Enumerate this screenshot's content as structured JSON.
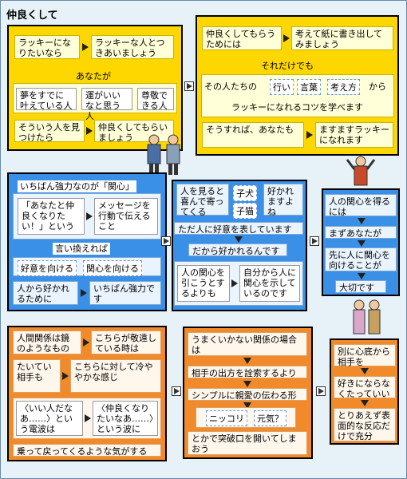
{
  "title": "仲良くして",
  "p1": {
    "b1": "ラッキーになりたいなら",
    "b2": "ラッキーな人とつきあいましょう",
    "mid": "あなたが",
    "c1": "夢をすでに叶えている人",
    "c2": "運がいいなと思う人",
    "c3": "尊敬できる人",
    "d1": "そういう人を見つけたら",
    "d2": "仲良くしてもらいましょう"
  },
  "p2": {
    "a1": "仲良くしてもらうためには",
    "a2": "考えて紙に書き出してみましょう",
    "mid": "それだけでも",
    "l1": "その人たちの",
    "t1": "行い",
    "t2": "言葉",
    "t3": "考え方",
    "l2": "から",
    "mid2": "ラッキーになれるコツを学べます",
    "b1": "そうすれば、あなたも",
    "b2": "ますますラッキーになれます"
  },
  "p3": {
    "head": "いちばん強力なのが「関心」",
    "a1": "「あなたと仲良くなりたい！」という",
    "a2": "メッセージを行動で伝えること",
    "mid": "言い換えれば",
    "t1": "好意を向ける",
    "t2": "関心を向ける",
    "b1": "人から好かれるために",
    "b2": "いちばん強力です"
  },
  "p4": {
    "a1": "人を見ると喜んで寄ってくる",
    "t1": "子犬",
    "t2": "子猫",
    "a2": "好かれますよね",
    "m1": "ただ人に好意を表しています",
    "m2": "だから好かれるんです",
    "b1": "人の関心を引こうとするよりも",
    "b2": "自分から人に関心を示しているのです"
  },
  "p5": {
    "a": "人の関心を得るには",
    "b": "まずあなたが",
    "c": "先に人に関心を向けることが",
    "d": "大切です"
  },
  "p6": {
    "a1": "人間関係は鏡のようなもの",
    "a2": "こちらが敬遠している時は",
    "b1": "たいてい相手も",
    "b2": "こちらに対して冷ややかな感じ",
    "c1": "〈いい人だなあ……〉という電波は",
    "c2": "〈仲良くなりたいなあ……〉という波に",
    "d": "乗って戻ってくるような気がする"
  },
  "p7": {
    "a": "うまくいかない関係の場合は",
    "b": "相手の出方を詮索するより",
    "c": "シンプルに親愛の伝わる形",
    "t1": "ニッコリ",
    "t2": "元気？",
    "d": "とかで突破口を開いてしまおう"
  },
  "p8": {
    "a": "別に心底から相手を",
    "b": "好きにならなくたっていい",
    "c": "とりあえず表面的な反応だけで充分"
  }
}
